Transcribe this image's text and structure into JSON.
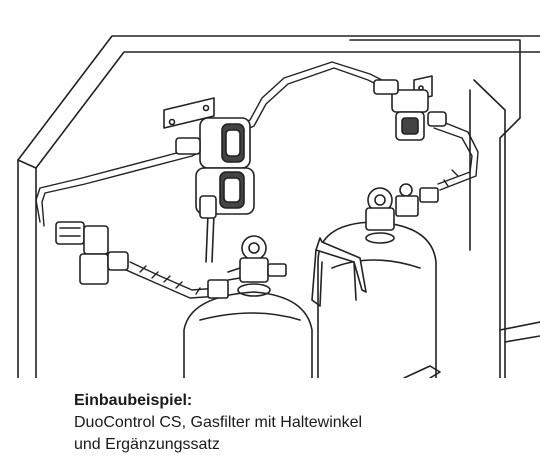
{
  "caption": {
    "title": "Einbaubeispiel:",
    "line1": "DuoControl CS, Gasfilter mit Haltewinkel",
    "line2": "und Ergänzungssatz"
  }
}
